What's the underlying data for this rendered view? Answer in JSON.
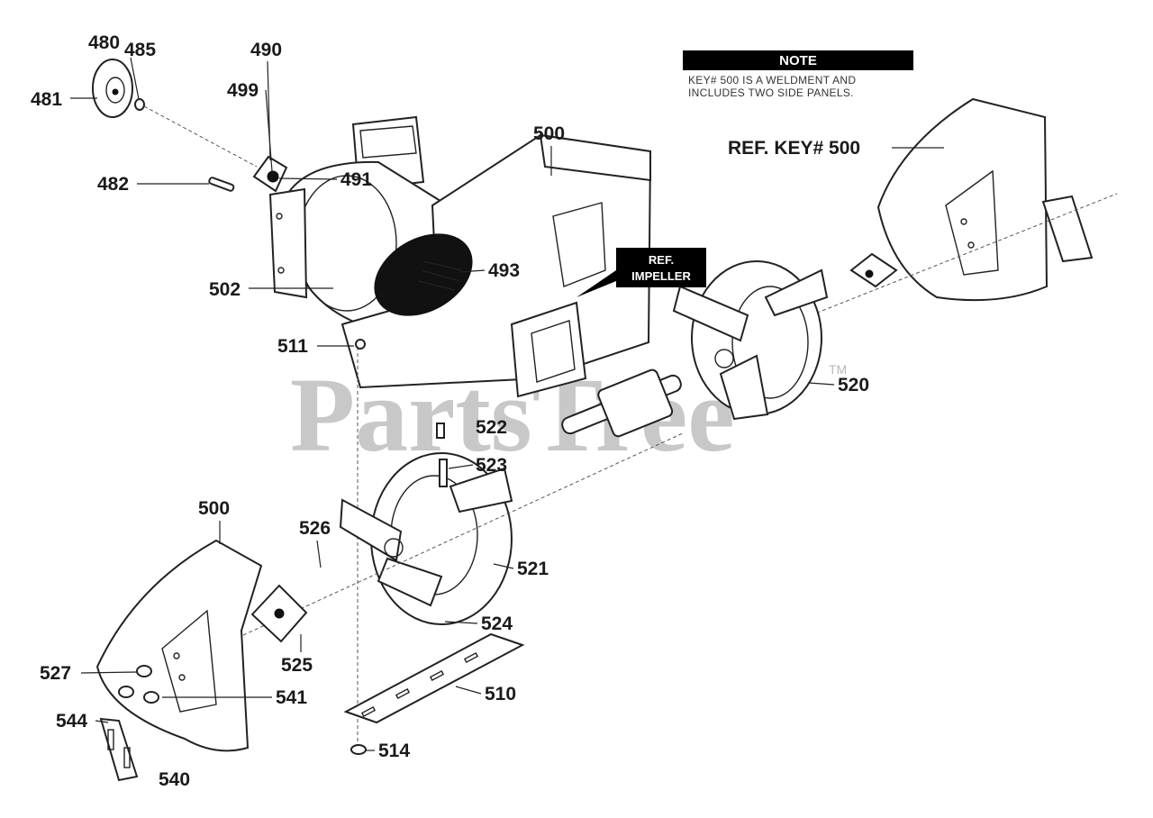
{
  "watermark": {
    "text": "PartsTree",
    "tm": "TM"
  },
  "note": {
    "title": "NOTE",
    "line1": "KEY# 500 IS A WELDMENT AND",
    "line2": "INCLUDES TWO SIDE PANELS."
  },
  "ref_key_500": "REF. KEY# 500",
  "ref_impeller": {
    "line1": "REF.",
    "line2": "IMPELLER"
  },
  "labels": {
    "l480": "480",
    "l485": "485",
    "l481": "481",
    "l490": "490",
    "l499": "499",
    "l482": "482",
    "l491": "491",
    "l500_top": "500",
    "l493": "493",
    "l502": "502",
    "l511": "511",
    "l520": "520",
    "l522": "522",
    "l523": "523",
    "l500_left": "500",
    "l526": "526",
    "l521": "521",
    "l524": "524",
    "l525": "525",
    "l527": "527",
    "l541": "541",
    "l510": "510",
    "l544": "544",
    "l514": "514",
    "l540": "540"
  }
}
